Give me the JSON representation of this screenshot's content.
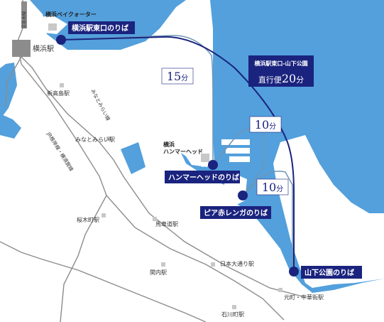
{
  "colors": {
    "sea": "#53a0dc",
    "land": "#ffffff",
    "route_main": "#1a237e",
    "route_sub": "#6f95b6",
    "badge_bg": "#1a237e",
    "time_box_bg": "#ffffff",
    "rail": "#8c8c8c",
    "station_marker": "#c8c8c8"
  },
  "piers": {
    "higashiguchi": "横浜駅東口のりば",
    "hammerhead": "ハンマーヘッドのりば",
    "akarenga": "ピア赤レンガのりば",
    "yamashita": "山下公園のりば"
  },
  "route_info": {
    "direct_title": "横浜駅東口-山下公園",
    "direct_prefix": "直行便",
    "direct_num": "20",
    "direct_unit": "分",
    "leg1_num": "15",
    "leg1_unit": "分",
    "leg2_num": "10",
    "leg2_unit": "分",
    "leg3_num": "10",
    "leg3_unit": "分"
  },
  "places": {
    "bayquarter": "横浜ベイクォーター",
    "yokohama_station": "横浜駅",
    "hammerhead_line1": "横浜",
    "hammerhead_line2": "ハンマーヘッド",
    "keikyu_line": "京急本線",
    "minatomirai_line": "みなとみらい線",
    "negishi_line": "JR根岸線・横須賀線"
  },
  "stations": {
    "shintakashima": "新高島駅",
    "minatomirai": "みなとみらい駅",
    "sakuragicho": "桜木町駅",
    "bashamichi": "馬車道駅",
    "nihon_odori": "日本大通り駅",
    "kannai": "関内駅",
    "motomachi": "元町・中華街駅",
    "ishikawacho": "石川町駅"
  },
  "compass": "north-arrow-icon"
}
